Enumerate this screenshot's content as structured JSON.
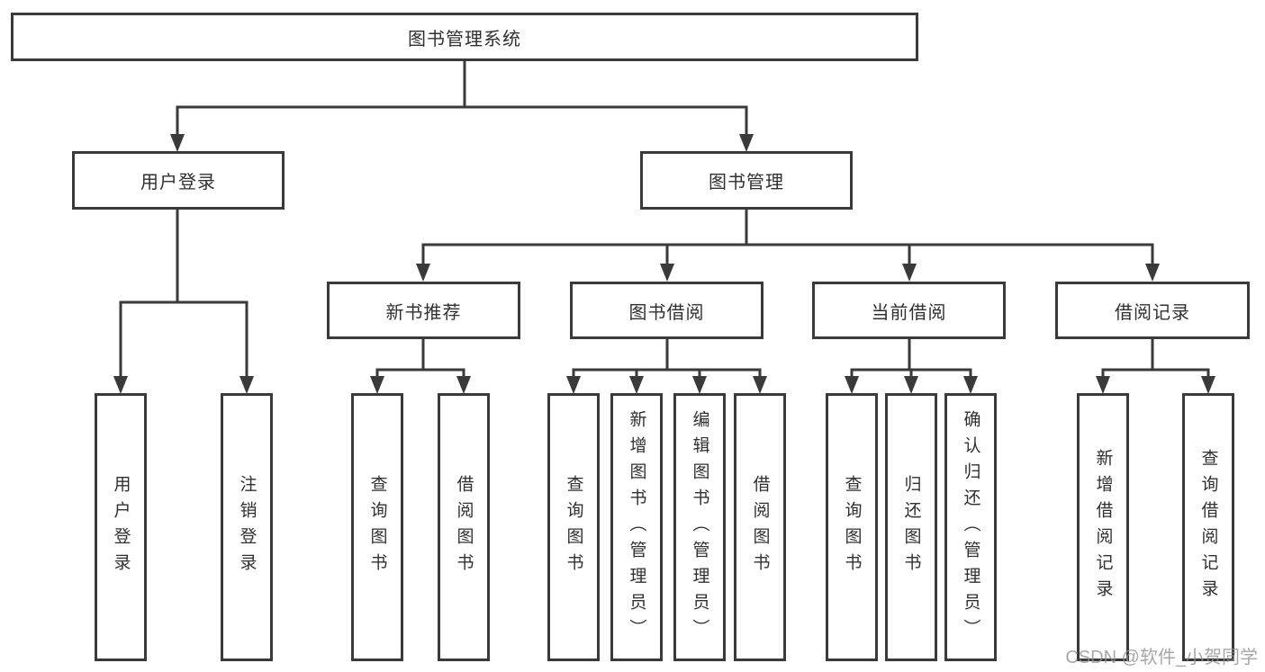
{
  "tree": {
    "root": "图书管理系统",
    "branches": [
      {
        "label": "用户登录",
        "children": [
          "用户登录",
          "注销登录"
        ]
      },
      {
        "label": "图书管理",
        "groups": [
          {
            "label": "新书推荐",
            "children": [
              "查询图书",
              "借阅图书"
            ]
          },
          {
            "label": "图书借阅",
            "children": [
              "查询图书",
              "新增图书（管理员）",
              "编辑图书（管理员）",
              "借阅图书"
            ]
          },
          {
            "label": "当前借阅",
            "children": [
              "查询图书",
              "归还图书",
              "确认归还（管理员）"
            ]
          },
          {
            "label": "借阅记录",
            "children": [
              "新增借阅记录",
              "查询借阅记录"
            ]
          }
        ]
      }
    ]
  },
  "watermark": "CSDN @软件_小贺同学",
  "colors": {
    "line": "#3a3a3a",
    "text": "#303030",
    "watermark": "#919191",
    "background": "#ffffff"
  }
}
